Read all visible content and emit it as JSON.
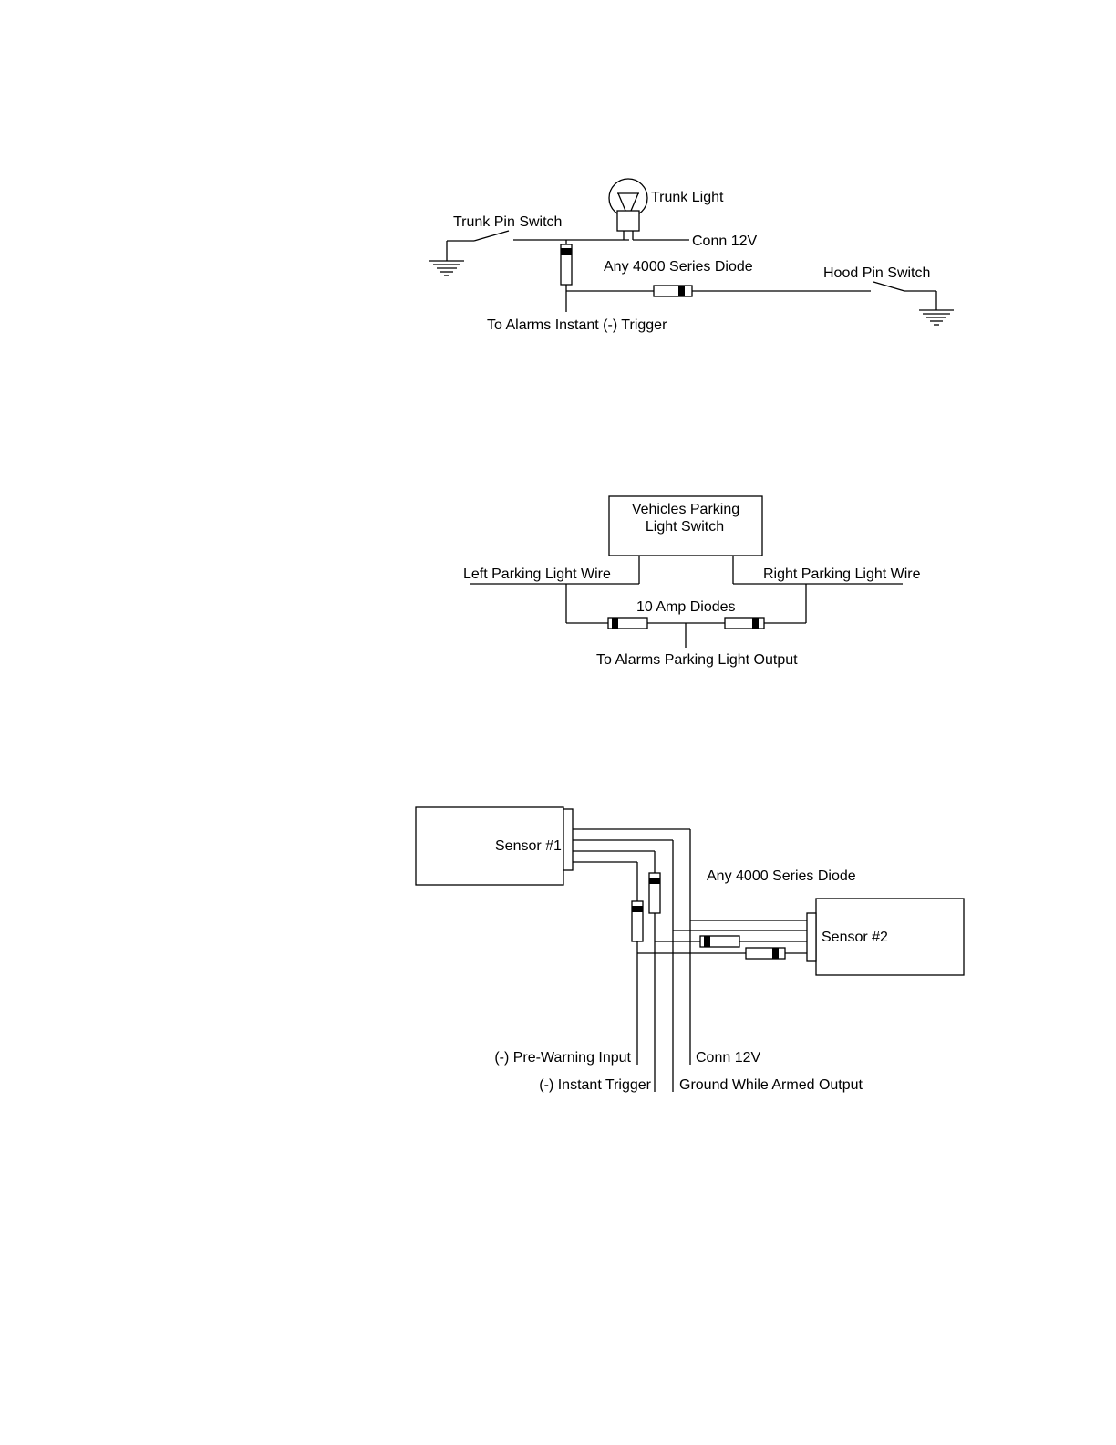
{
  "diagram1": {
    "trunk_light": "Trunk Light",
    "trunk_pin_switch": "Trunk Pin Switch",
    "conn_12v": "Conn 12V",
    "diode_label": "Any 4000 Series Diode",
    "hood_pin_switch": "Hood Pin Switch",
    "instant_trigger": "To Alarms Instant (-) Trigger"
  },
  "diagram2": {
    "switch_line1": "Vehicles Parking",
    "switch_line2": "Light Switch",
    "left_wire": "Left Parking Light Wire",
    "right_wire": "Right Parking Light Wire",
    "diodes_label": "10 Amp Diodes",
    "output": "To Alarms Parking Light Output"
  },
  "diagram3": {
    "sensor1": "Sensor #1",
    "sensor2": "Sensor #2",
    "diode_label": "Any 4000 Series Diode",
    "pre_warning": "(-) Pre-Warning Input",
    "instant_trigger": "(-) Instant Trigger",
    "conn_12v": "Conn 12V",
    "ground_armed": "Ground While Armed Output"
  }
}
